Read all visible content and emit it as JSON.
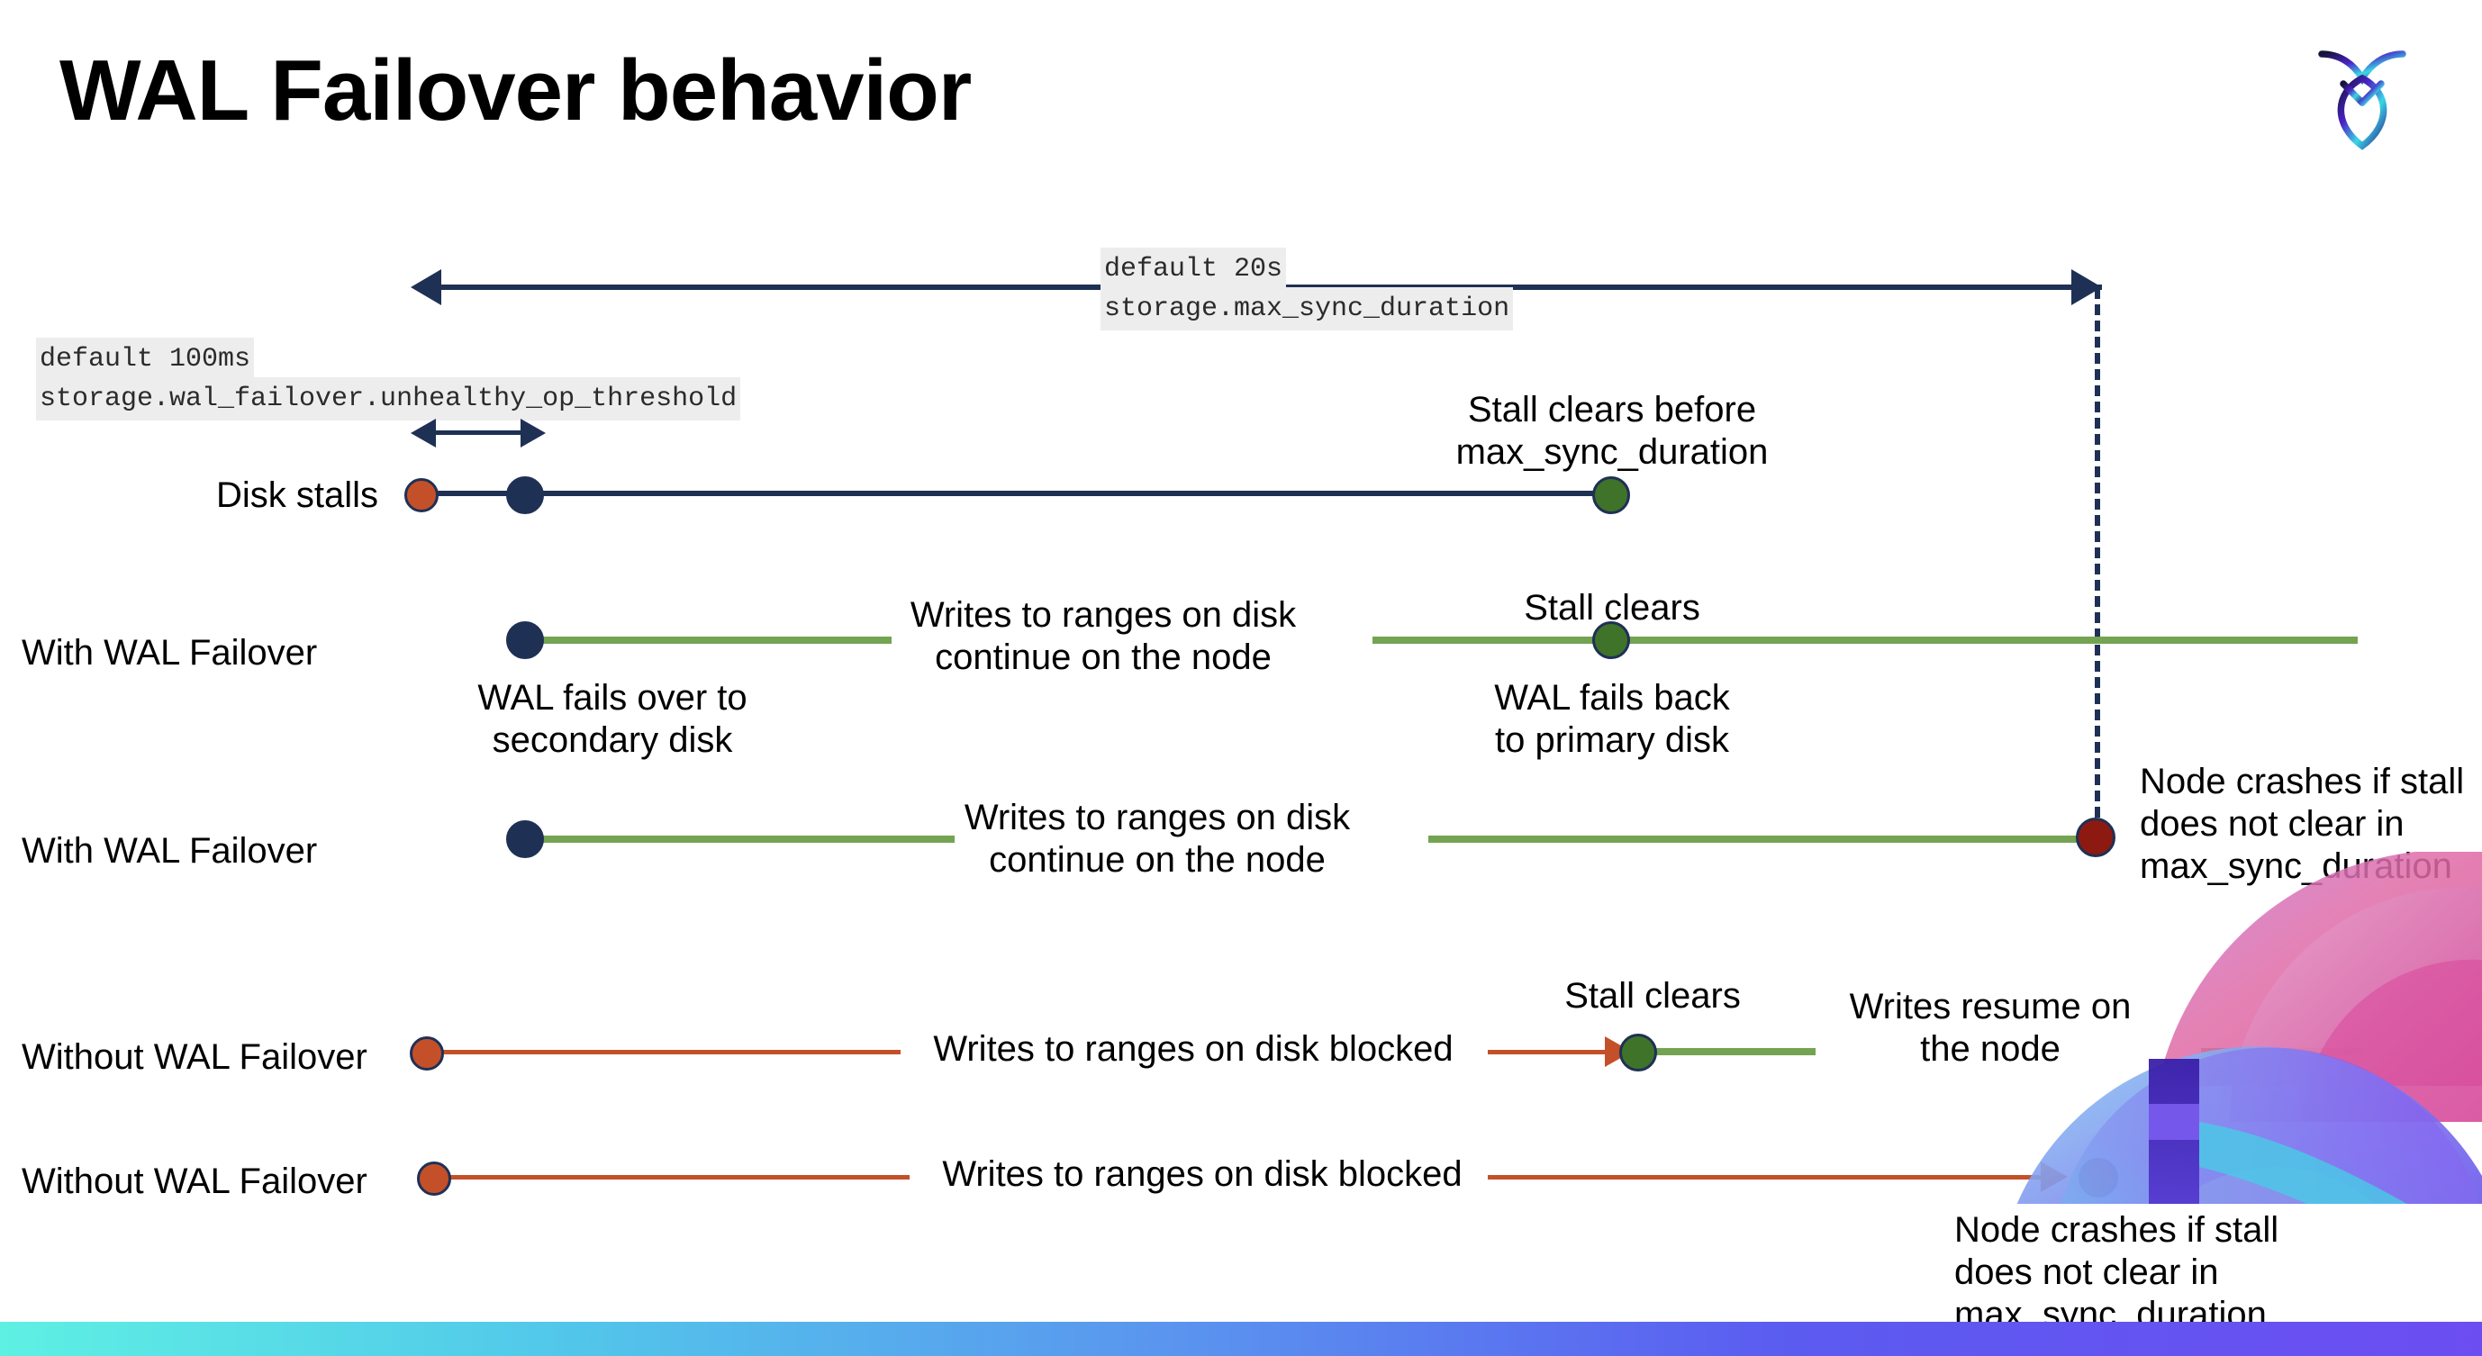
{
  "slide": {
    "title": "WAL Failover behavior",
    "logo_name": "cockroachdb-logo"
  },
  "settings": {
    "max_sync": {
      "default_label": "default 20s",
      "setting_name": "storage.max_sync_duration"
    },
    "unhealthy_threshold": {
      "default_label": "default 100ms",
      "setting_name": "storage.wal_failover.unhealthy_op_threshold"
    }
  },
  "rows": [
    {
      "label": "Disk stalls",
      "notes": [
        "Stall clears before\nmax_sync_duration"
      ]
    },
    {
      "label": "With WAL Failover",
      "notes": [
        "WAL fails over to\nsecondary disk",
        "Writes to ranges on disk\ncontinue on the node",
        "Stall clears",
        "WAL fails  back\nto primary disk"
      ]
    },
    {
      "label": "With WAL Failover",
      "notes": [
        "Writes to ranges on disk\ncontinue on the node",
        "Node crashes if stall\ndoes not clear in\nmax_sync_duration"
      ]
    },
    {
      "label": "Without WAL Failover",
      "notes": [
        "Writes to ranges on disk  blocked",
        "Stall clears",
        "Writes resume on\nthe node"
      ]
    },
    {
      "label": "Without WAL Failover",
      "notes": [
        "Writes to ranges on disk  blocked",
        "Node crashes if stall\ndoes not clear in\nmax_sync_duration"
      ]
    }
  ],
  "colors": {
    "navy": "#1f3055",
    "orange": "#c4502a",
    "green_line": "#74a352",
    "green_dot": "#3f7329",
    "dark_red": "#8d1a10",
    "chip_bg": "#ededed"
  }
}
